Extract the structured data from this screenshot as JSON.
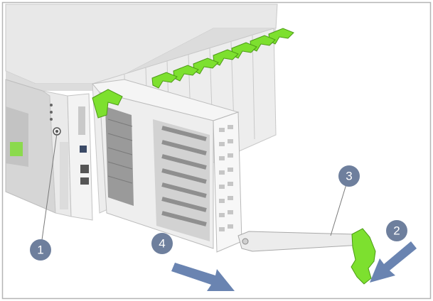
{
  "figure": {
    "subject": "server-chassis-blade-removal",
    "colors": {
      "frame": "#b5b5b5",
      "chassis": "#e4e4e4",
      "chassis_top": "#ececec",
      "blade_body": "#f2f2f2",
      "heatsink": "#8a8a8a",
      "latch_green": "#7de02f",
      "callout_fill": "#6e7f9d",
      "arrow_blue": "#6a84b1"
    },
    "callouts": [
      {
        "number": "1",
        "target": "chassis-release-button"
      },
      {
        "number": "2",
        "target": "green-latch-press-direction"
      },
      {
        "number": "3",
        "target": "ejector-lever"
      },
      {
        "number": "4",
        "target": "blade-pull-out-direction"
      }
    ]
  }
}
